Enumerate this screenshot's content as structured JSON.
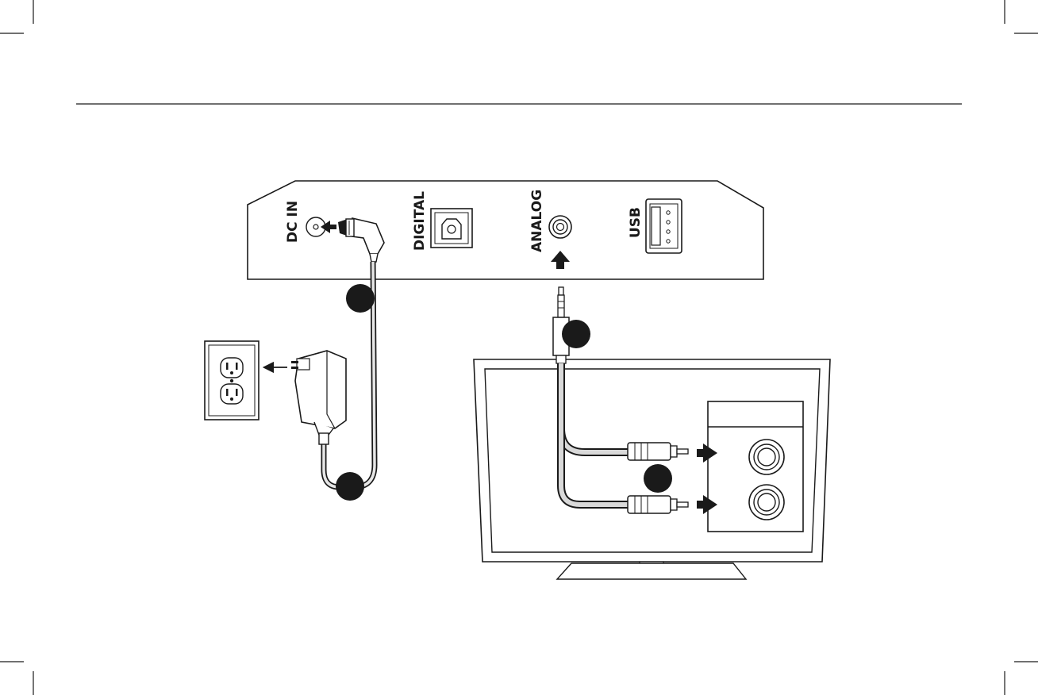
{
  "device": {
    "ports": {
      "dc_in": "DC IN",
      "digital": "DIGITAL",
      "analog": "ANALOG",
      "usb": "USB"
    }
  },
  "colors": {
    "ink": "#1a1a1a",
    "cable_fill": "#d9d9d9",
    "background": "#ffffff"
  },
  "icons": [
    "wall-outlet-icon",
    "power-adapter-icon",
    "arrow-icon",
    "tv-icon",
    "rca-plug-icon",
    "aux-plug-icon",
    "step-marker-icon"
  ]
}
